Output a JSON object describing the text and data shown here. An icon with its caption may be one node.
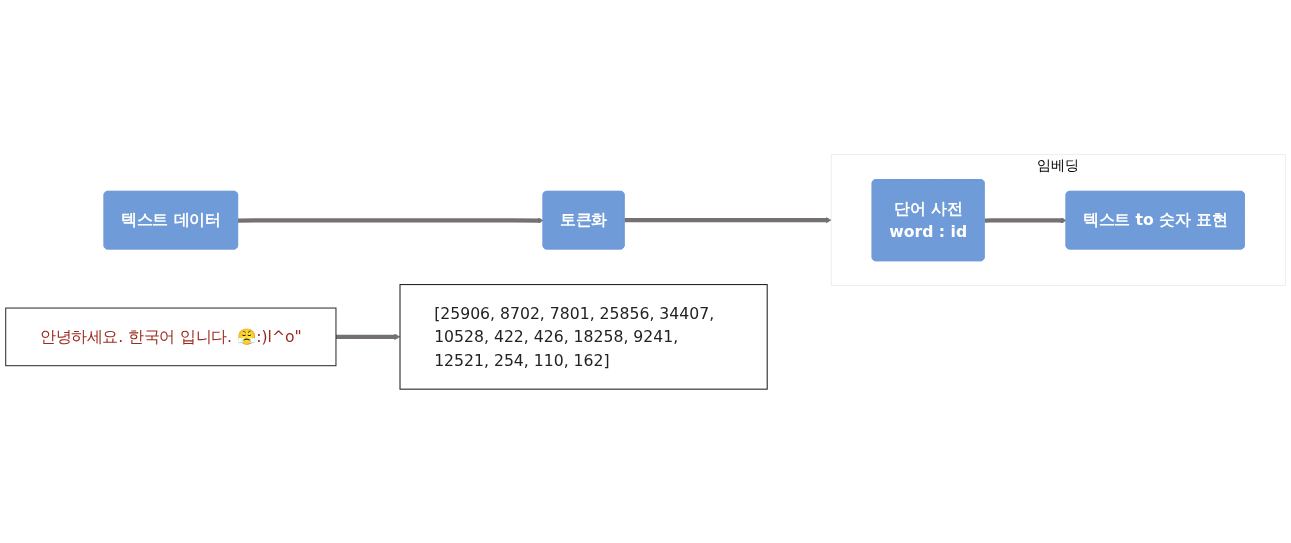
{
  "diagram": {
    "nodes": [
      {
        "text": [
          "텍스트 데이터"
        ]
      },
      {
        "text": [
          "토큰화"
        ]
      },
      {
        "text": [
          "임베딩"
        ]
      },
      {
        "text": [
          "단어 사전",
          "word : id"
        ],
        "in": 2
      },
      {
        "text": [
          "텍스트 to 숫자 표현"
        ],
        "in": 2
      },
      {
        "text": [
          "안녕하세요. 한국어 입니다. 😤:)l^o\""
        ]
      },
      {
        "text": [
          "[25906, 8702, 7801, 25856, 34407, 10528, 422, 426, 18258, 9241, 12521, 254, 110, 162]"
        ]
      }
    ],
    "edges": [
      {
        "from": 0,
        "to": 1,
        "arrow": "to"
      },
      {
        "from": 1,
        "to": 2,
        "arrow": "to"
      },
      {
        "from": 3,
        "to": 4,
        "arrow": "to"
      },
      {
        "from": 5,
        "to": 6,
        "arrow": "to"
      }
    ]
  }
}
